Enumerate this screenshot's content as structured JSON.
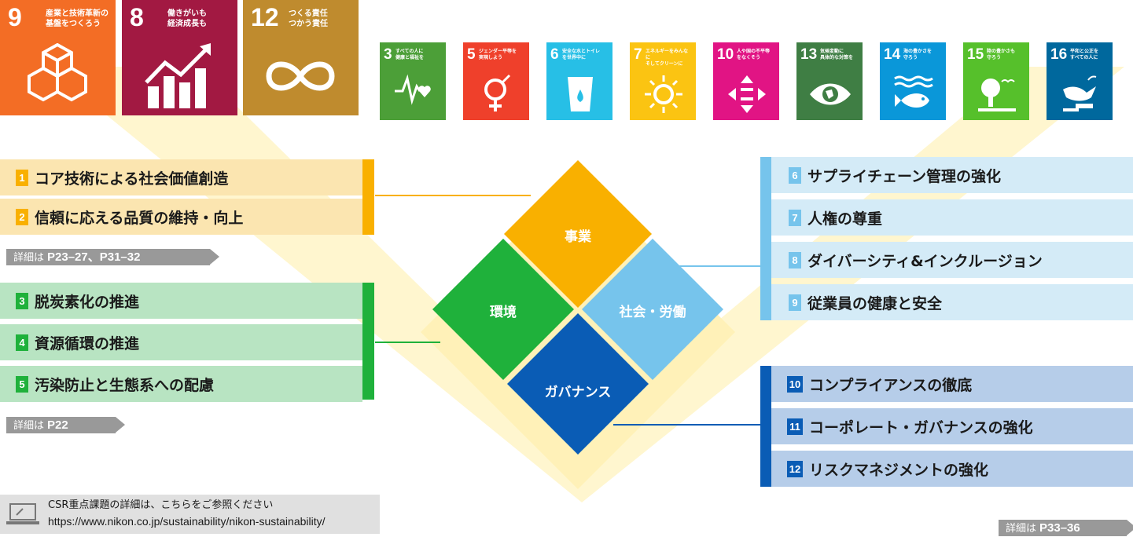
{
  "sdg_large": [
    {
      "number": "9",
      "caption": "産業と技術革新の\n基盤をつくろう",
      "color": "#f36d25",
      "icon": "cubes-icon"
    },
    {
      "number": "8",
      "caption": "働きがいも\n経済成長も",
      "color": "#a21942",
      "icon": "growth-chart-icon"
    },
    {
      "number": "12",
      "caption": "つくる責任\nつかう責任",
      "color": "#bf8b2e",
      "icon": "infinity-icon"
    }
  ],
  "sdg_small": [
    {
      "number": "3",
      "caption": "すべての人に\n健康と福祉を",
      "color": "#4c9f38",
      "icon": "heartbeat-icon"
    },
    {
      "number": "5",
      "caption": "ジェンダー平等を\n実現しよう",
      "color": "#ef402b",
      "icon": "gender-icon"
    },
    {
      "number": "6",
      "caption": "安全な水とトイレ\nを世界中に",
      "color": "#27bfe6",
      "icon": "water-glass-icon"
    },
    {
      "number": "7",
      "caption": "エネルギーをみんなに\nそしてクリーンに",
      "color": "#fbc412",
      "icon": "sun-power-icon"
    },
    {
      "number": "10",
      "caption": "人や国の不平等\nをなくそう",
      "color": "#e11484",
      "icon": "equality-arrows-icon"
    },
    {
      "number": "13",
      "caption": "気候変動に\n具体的な対策を",
      "color": "#3f7e44",
      "icon": "eye-earth-icon"
    },
    {
      "number": "14",
      "caption": "海の豊かさを\n守ろう",
      "color": "#0a97d9",
      "icon": "fish-waves-icon"
    },
    {
      "number": "15",
      "caption": "陸の豊かさも\n守ろう",
      "color": "#56c02b",
      "icon": "tree-birds-icon"
    },
    {
      "number": "16",
      "caption": "平和と公正を\nすべての人に",
      "color": "#00689d",
      "icon": "dove-gavel-icon"
    }
  ],
  "groups": {
    "business": {
      "label": "事業",
      "color": "#f9b000",
      "bar_color": "#fbe5b0",
      "items": [
        {
          "num": "1",
          "text": "コア技術による社会価値創造"
        },
        {
          "num": "2",
          "text": "信頼に応える品質の維持・向上"
        }
      ],
      "ref_label": "詳細は",
      "ref_pages": "P23–27、P31–32"
    },
    "environment": {
      "label": "環境",
      "color": "#1fb13b",
      "bar_color": "#b8e4c2",
      "items": [
        {
          "num": "3",
          "text": "脱炭素化の推進"
        },
        {
          "num": "4",
          "text": "資源循環の推進"
        },
        {
          "num": "5",
          "text": "汚染防止と生態系への配慮"
        }
      ],
      "ref_label": "詳細は",
      "ref_pages": "P22"
    },
    "social": {
      "label": "社会・労働",
      "color": "#76c4ec",
      "bar_color": "#d4ebf7",
      "items": [
        {
          "num": "6",
          "text": "サプライチェーン管理の強化"
        },
        {
          "num": "7",
          "text": "人権の尊重"
        },
        {
          "num": "8",
          "text": "ダイバーシティ&インクルージョン"
        },
        {
          "num": "9",
          "text": "従業員の健康と安全"
        }
      ]
    },
    "governance": {
      "label": "ガバナンス",
      "color": "#0a5cb5",
      "bar_color": "#b6cde9",
      "items": [
        {
          "num": "10",
          "text": "コンプライアンスの徹底"
        },
        {
          "num": "11",
          "text": "コーポレート・ガバナンスの強化"
        },
        {
          "num": "12",
          "text": "リスクマネジメントの強化"
        }
      ],
      "ref_label": "詳細は",
      "ref_pages": "P33–36"
    }
  },
  "footer": {
    "icon": "laptop-icon",
    "line1": "CSR重点課題の詳細は、こちらをご参照ください",
    "url": "https://www.nikon.co.jp/sustainability/nikon-sustainability/"
  }
}
